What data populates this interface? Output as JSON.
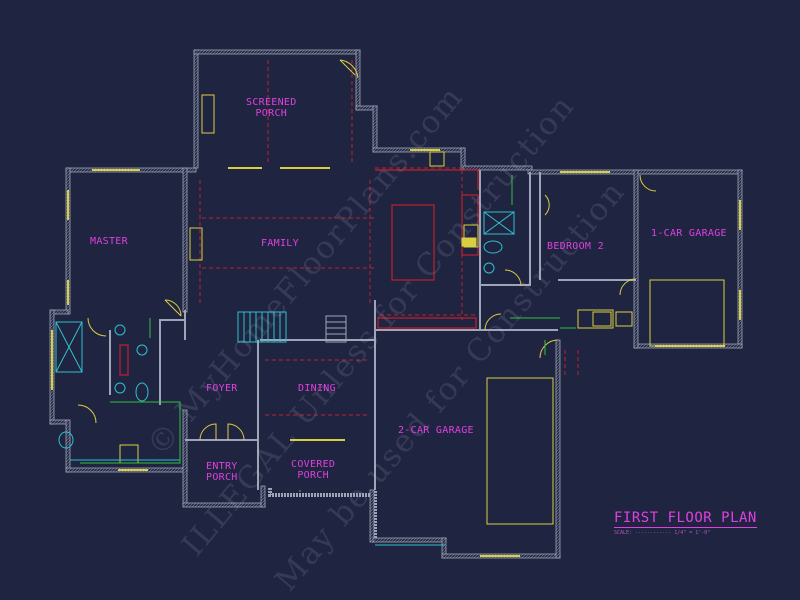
{
  "rooms": {
    "screened_porch": [
      "SCREENED",
      "PORCH"
    ],
    "master": "MASTER",
    "family": "FAMILY",
    "bedroom2": "BEDROOM 2",
    "one_car_garage": "1-CAR GARAGE",
    "foyer": "FOYER",
    "dining": "DINING",
    "two_car_garage": "2-CAR GARAGE",
    "entry_porch": [
      "ENTRY",
      "PORCH"
    ],
    "covered_porch": [
      "COVERED",
      "PORCH"
    ]
  },
  "plan_title": "FIRST FLOOR PLAN",
  "scale_note": "SCALE: ------------ 1/4\" = 1'-0\"",
  "watermark": {
    "line1": "© MyHomeFloorPlans.com",
    "line2": "ILLEGAL Unless for Construction",
    "line3": "May be used for Construction"
  },
  "colors": {
    "background": "#1f2440",
    "wall": "#a0a4b8",
    "label": "#e040e0",
    "yellow": "#d8d040",
    "red": "#c02030",
    "cyan": "#30c0d0",
    "green": "#30c040"
  }
}
